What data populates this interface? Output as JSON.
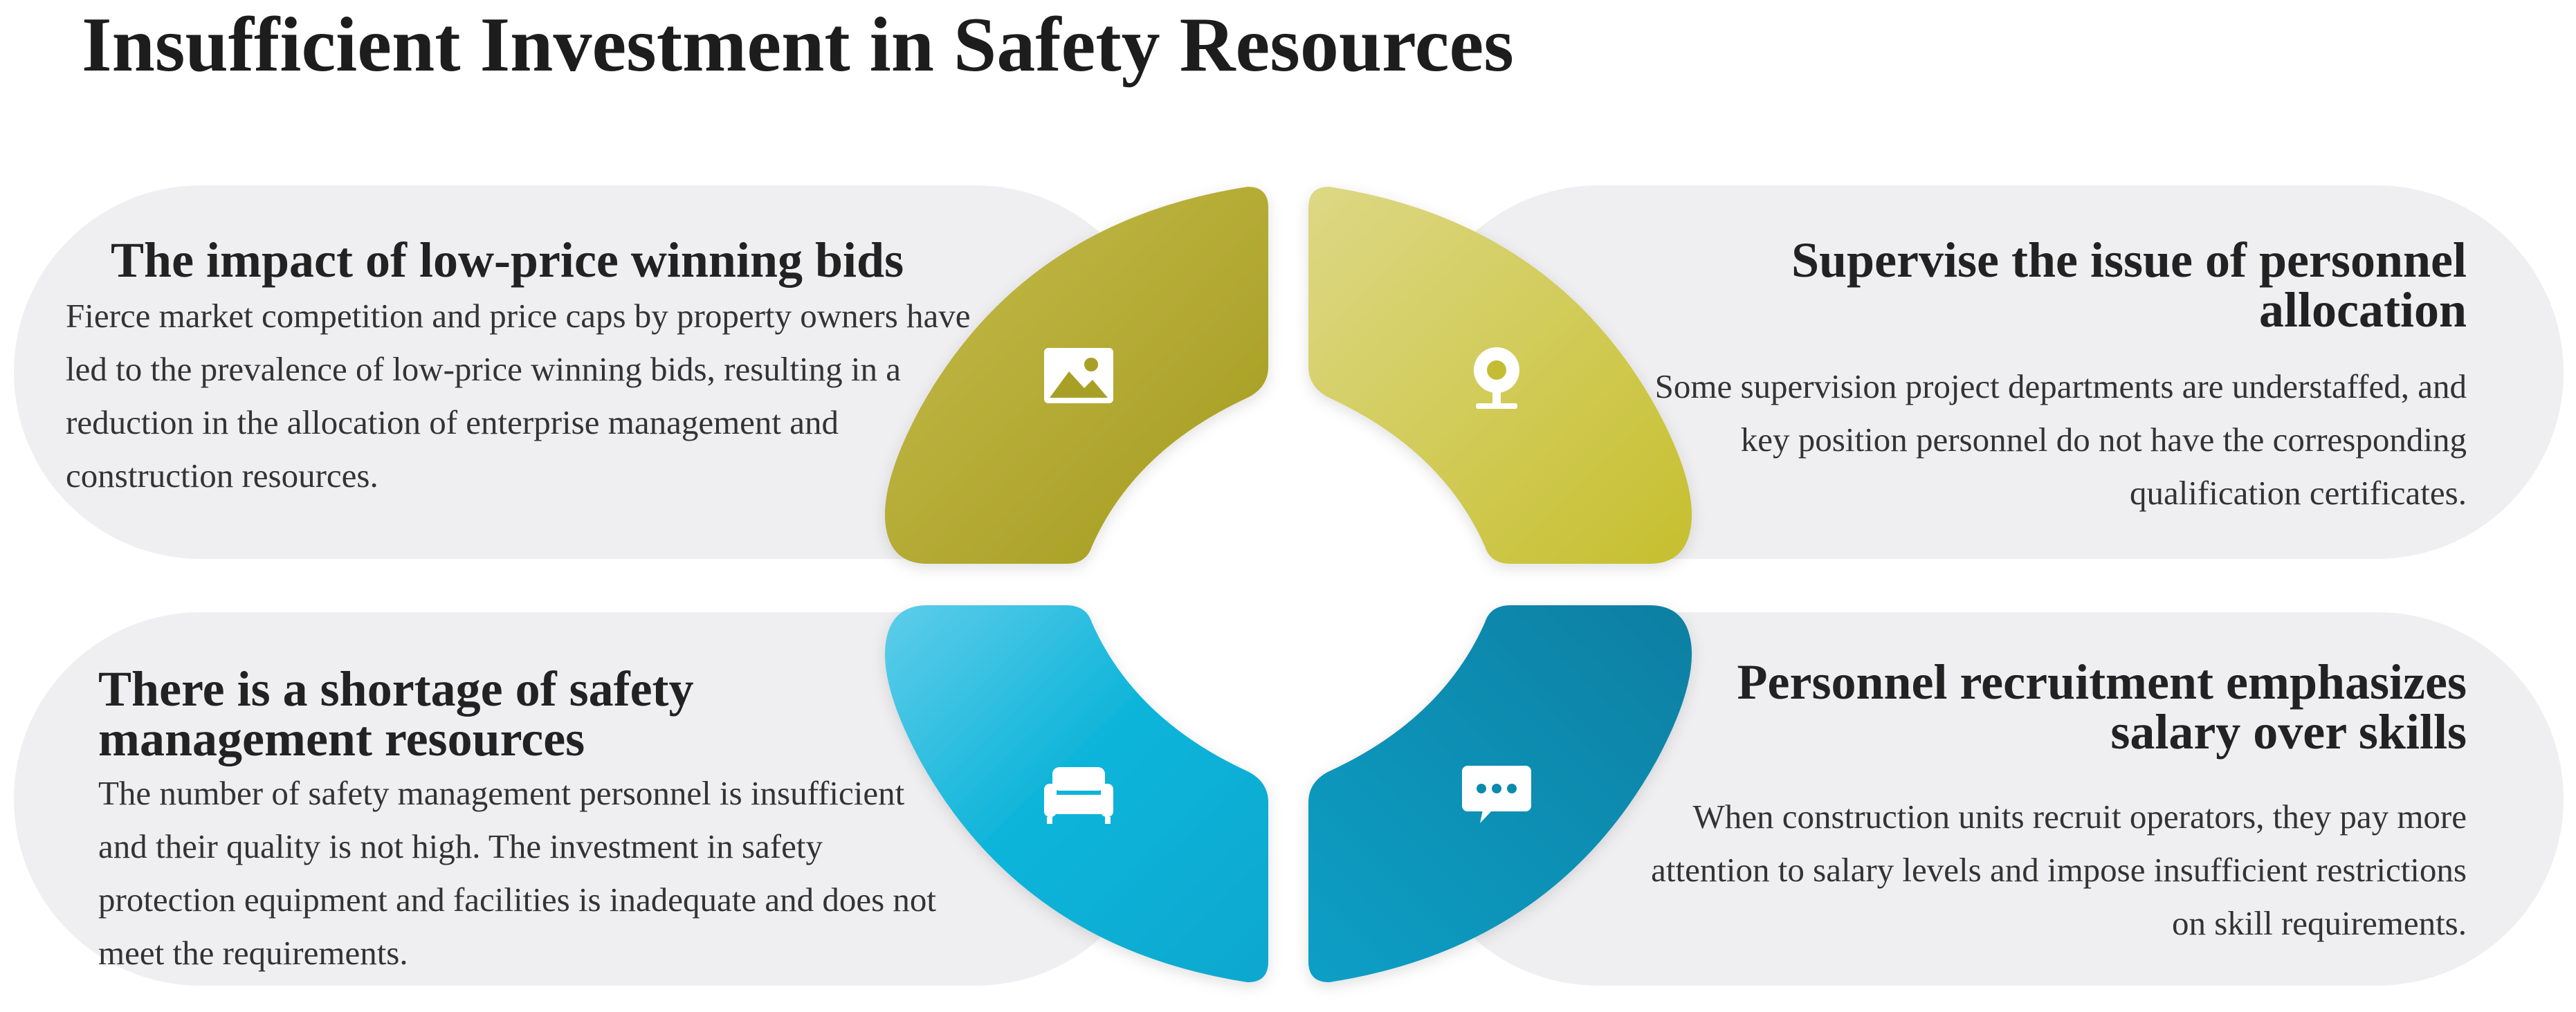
{
  "title": "Insufficient Investment in Safety Resources",
  "cards": [
    {
      "heading": "The impact of low-price winning bids",
      "body": "Fierce market competition and price caps by property owners have led to the prevalence of low-price winning bids, resulting in a reduction in the allocation of enterprise management and construction resources.",
      "icon": "image-icon"
    },
    {
      "heading": "Supervise the issue of personnel allocation",
      "body": "Some supervision project departments are understaffed, and key position personnel do not have the corresponding qualification certificates.",
      "icon": "webcam-icon"
    },
    {
      "heading": "There is a shortage of safety management resources",
      "body": "The number of safety management personnel is insufficient and their quality is not high. The investment in safety protection equipment and facilities is inadequate and does not meet the requirements.",
      "icon": "sofa-icon"
    },
    {
      "heading": "Personnel recruitment emphasizes salary over skills",
      "body": "When construction units recruit operators, they pay more attention to salary levels and impose insufficient restrictions on skill requirements.",
      "icon": "chat-bubble-icon"
    }
  ],
  "colors": {
    "olive_dark": "#a59c22",
    "olive_light": "#c8c034",
    "cyan": "#11b4d8",
    "teal": "#0a86a8",
    "card_bg": "#efeff1"
  }
}
